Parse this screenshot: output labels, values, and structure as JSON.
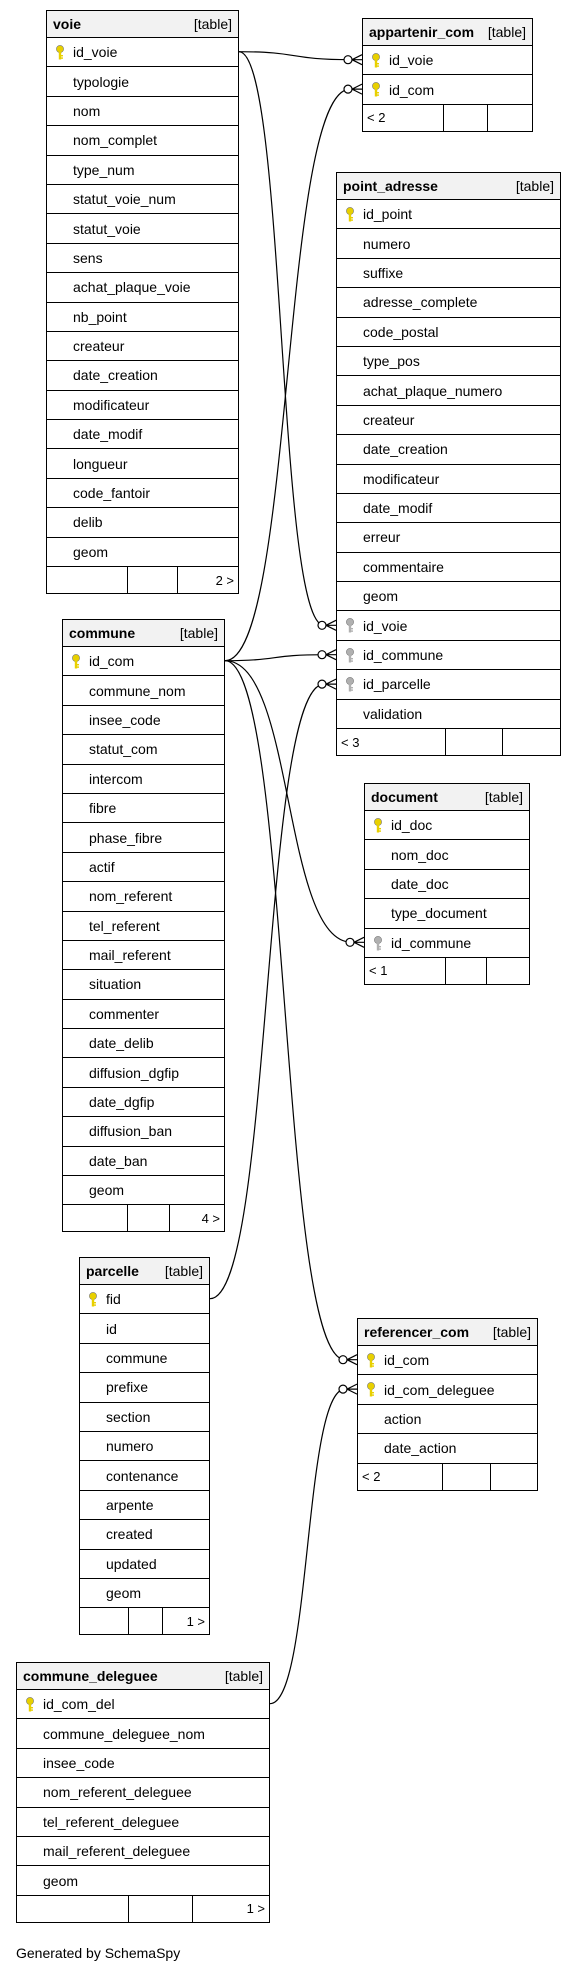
{
  "tables": {
    "voie": {
      "name": "voie",
      "kind": "[table]",
      "rows": [
        {
          "label": "id_voie",
          "key": "pk"
        },
        {
          "label": "typologie",
          "key": ""
        },
        {
          "label": "nom",
          "key": ""
        },
        {
          "label": "nom_complet",
          "key": ""
        },
        {
          "label": "type_num",
          "key": ""
        },
        {
          "label": "statut_voie_num",
          "key": ""
        },
        {
          "label": "statut_voie",
          "key": ""
        },
        {
          "label": "sens",
          "key": ""
        },
        {
          "label": "achat_plaque_voie",
          "key": ""
        },
        {
          "label": "nb_point",
          "key": ""
        },
        {
          "label": "createur",
          "key": ""
        },
        {
          "label": "date_creation",
          "key": ""
        },
        {
          "label": "modificateur",
          "key": ""
        },
        {
          "label": "date_modif",
          "key": ""
        },
        {
          "label": "longueur",
          "key": ""
        },
        {
          "label": "code_fantoir",
          "key": ""
        },
        {
          "label": "delib",
          "key": ""
        },
        {
          "label": "geom",
          "key": ""
        }
      ],
      "footer": [
        "",
        "",
        "2 >"
      ]
    },
    "appartenir_com": {
      "name": "appartenir_com",
      "kind": "[table]",
      "rows": [
        {
          "label": "id_voie",
          "key": "pk"
        },
        {
          "label": "id_com",
          "key": "pk"
        }
      ],
      "footer": [
        "< 2",
        "",
        ""
      ]
    },
    "point_adresse": {
      "name": "point_adresse",
      "kind": "[table]",
      "rows": [
        {
          "label": "id_point",
          "key": "pk"
        },
        {
          "label": "numero",
          "key": ""
        },
        {
          "label": "suffixe",
          "key": ""
        },
        {
          "label": "adresse_complete",
          "key": ""
        },
        {
          "label": "code_postal",
          "key": ""
        },
        {
          "label": "type_pos",
          "key": ""
        },
        {
          "label": "achat_plaque_numero",
          "key": ""
        },
        {
          "label": "createur",
          "key": ""
        },
        {
          "label": "date_creation",
          "key": ""
        },
        {
          "label": "modificateur",
          "key": ""
        },
        {
          "label": "date_modif",
          "key": ""
        },
        {
          "label": "erreur",
          "key": ""
        },
        {
          "label": "commentaire",
          "key": ""
        },
        {
          "label": "geom",
          "key": ""
        },
        {
          "label": "id_voie",
          "key": "fk"
        },
        {
          "label": "id_commune",
          "key": "fk"
        },
        {
          "label": "id_parcelle",
          "key": "fk"
        },
        {
          "label": "validation",
          "key": ""
        }
      ],
      "footer": [
        "< 3",
        "",
        ""
      ]
    },
    "commune": {
      "name": "commune",
      "kind": "[table]",
      "rows": [
        {
          "label": "id_com",
          "key": "pk"
        },
        {
          "label": "commune_nom",
          "key": ""
        },
        {
          "label": "insee_code",
          "key": ""
        },
        {
          "label": "statut_com",
          "key": ""
        },
        {
          "label": "intercom",
          "key": ""
        },
        {
          "label": "fibre",
          "key": ""
        },
        {
          "label": "phase_fibre",
          "key": ""
        },
        {
          "label": "actif",
          "key": ""
        },
        {
          "label": "nom_referent",
          "key": ""
        },
        {
          "label": "tel_referent",
          "key": ""
        },
        {
          "label": "mail_referent",
          "key": ""
        },
        {
          "label": "situation",
          "key": ""
        },
        {
          "label": "commenter",
          "key": ""
        },
        {
          "label": "date_delib",
          "key": ""
        },
        {
          "label": "diffusion_dgfip",
          "key": ""
        },
        {
          "label": "date_dgfip",
          "key": ""
        },
        {
          "label": "diffusion_ban",
          "key": ""
        },
        {
          "label": "date_ban",
          "key": ""
        },
        {
          "label": "geom",
          "key": ""
        }
      ],
      "footer": [
        "",
        "",
        "4 >"
      ]
    },
    "document": {
      "name": "document",
      "kind": "[table]",
      "rows": [
        {
          "label": "id_doc",
          "key": "pk"
        },
        {
          "label": "nom_doc",
          "key": ""
        },
        {
          "label": "date_doc",
          "key": ""
        },
        {
          "label": "type_document",
          "key": ""
        },
        {
          "label": "id_commune",
          "key": "fk"
        }
      ],
      "footer": [
        "< 1",
        "",
        ""
      ]
    },
    "parcelle": {
      "name": "parcelle",
      "kind": "[table]",
      "rows": [
        {
          "label": "fid",
          "key": "pk"
        },
        {
          "label": "id",
          "key": ""
        },
        {
          "label": "commune",
          "key": ""
        },
        {
          "label": "prefixe",
          "key": ""
        },
        {
          "label": "section",
          "key": ""
        },
        {
          "label": "numero",
          "key": ""
        },
        {
          "label": "contenance",
          "key": ""
        },
        {
          "label": "arpente",
          "key": ""
        },
        {
          "label": "created",
          "key": ""
        },
        {
          "label": "updated",
          "key": ""
        },
        {
          "label": "geom",
          "key": ""
        }
      ],
      "footer": [
        "",
        "",
        "1 >"
      ]
    },
    "referencer_com": {
      "name": "referencer_com",
      "kind": "[table]",
      "rows": [
        {
          "label": "id_com",
          "key": "pk"
        },
        {
          "label": "id_com_deleguee",
          "key": "pk"
        },
        {
          "label": "action",
          "key": ""
        },
        {
          "label": "date_action",
          "key": ""
        }
      ],
      "footer": [
        "< 2",
        "",
        ""
      ]
    },
    "commune_deleguee": {
      "name": "commune_deleguee",
      "kind": "[table]",
      "rows": [
        {
          "label": "id_com_del",
          "key": "pk"
        },
        {
          "label": "commune_deleguee_nom",
          "key": ""
        },
        {
          "label": "insee_code",
          "key": ""
        },
        {
          "label": "nom_referent_deleguee",
          "key": ""
        },
        {
          "label": "tel_referent_deleguee",
          "key": ""
        },
        {
          "label": "mail_referent_deleguee",
          "key": ""
        },
        {
          "label": "geom",
          "key": ""
        }
      ],
      "footer": [
        "",
        "",
        "1 >"
      ]
    }
  },
  "relationships": [
    {
      "from": "voie.id_voie",
      "to": "appartenir_com.id_voie"
    },
    {
      "from": "commune.id_com",
      "to": "appartenir_com.id_com"
    },
    {
      "from": "voie.id_voie",
      "to": "point_adresse.id_voie"
    },
    {
      "from": "commune.id_com",
      "to": "point_adresse.id_commune"
    },
    {
      "from": "parcelle.fid",
      "to": "point_adresse.id_parcelle"
    },
    {
      "from": "commune.id_com",
      "to": "document.id_commune"
    },
    {
      "from": "commune.id_com",
      "to": "referencer_com.id_com"
    },
    {
      "from": "commune_deleguee.id_com_del",
      "to": "referencer_com.id_com_deleguee"
    }
  ],
  "colors": {
    "pk_key": "#e8d000",
    "fk_key": "#b0b0b0",
    "header_bg": "#f2f2f2"
  },
  "footer_text": "Generated by SchemaSpy"
}
